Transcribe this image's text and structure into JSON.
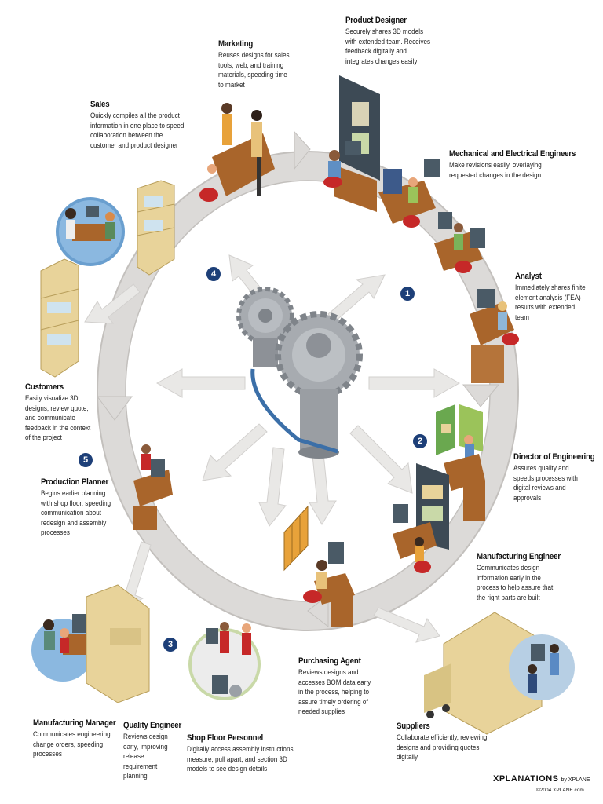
{
  "roles": {
    "product_designer": {
      "title": "Product Designer",
      "desc": "Securely shares 3D models with extended team. Receives feedback digitally and integrates changes easily"
    },
    "marketing": {
      "title": "Marketing",
      "desc": "Reuses designs for sales tools, web, and training materials, speeding time to market"
    },
    "sales": {
      "title": "Sales",
      "desc": "Quickly compiles all the product information in one place to speed collaboration between the customer and product designer"
    },
    "mech_engineers": {
      "title": "Mechanical and Electrical Engineers",
      "desc": "Make revisions easily, overlaying requested changes in the design"
    },
    "analyst": {
      "title": "Analyst",
      "desc": "Immediately shares finite element analysis (FEA) results with extended team"
    },
    "customers": {
      "title": "Customers",
      "desc": "Easily visualize 3D designs, review quote, and communicate feedback in the context of the project"
    },
    "director_engineering": {
      "title": "Director of Engineering",
      "desc": "Assures quality and speeds processes with digital reviews and approvals"
    },
    "production_planner": {
      "title": "Production Planner",
      "desc": "Begins earlier planning with shop floor, speeding communication about redesign and assembly processes"
    },
    "manufacturing_engineer": {
      "title": "Manufacturing Engineer",
      "desc": "Communicates design information early in the process to help assure that the right parts are built"
    },
    "purchasing_agent": {
      "title": "Purchasing Agent",
      "desc": "Reviews designs and accesses BOM data early in the process, helping to assure timely ordering of needed supplies"
    },
    "manufacturing_manager": {
      "title": "Manufacturing Manager",
      "desc": "Communicates engineering change orders, speeding processes"
    },
    "quality_engineer": {
      "title": "Quality Engineer",
      "desc": "Reviews design early, improving release requirement planning"
    },
    "shop_floor": {
      "title": "Shop Floor Personnel",
      "desc": "Digitally access assembly instructions, measure, pull apart, and section 3D models to see design details"
    },
    "suppliers": {
      "title": "Suppliers",
      "desc": "Collaborate efficiently, reviewing designs and providing quotes digitally"
    }
  },
  "steps": [
    "1",
    "2",
    "3",
    "4",
    "5"
  ],
  "brand": {
    "name": "XPLANATIONS",
    "by": "by XPLANE",
    "copyright": "©2004 XPLANE.com"
  },
  "colors": {
    "ring": "#dcdad8",
    "ring_shadow": "#b9b6b3",
    "step_badge": "#1d3f78",
    "gear": "#9fa3a8",
    "belt": "#3b6fa8",
    "desk": "#a9652b",
    "chair": "#c62828",
    "monitor": "#3d4a55",
    "building": "#e8d39a"
  }
}
